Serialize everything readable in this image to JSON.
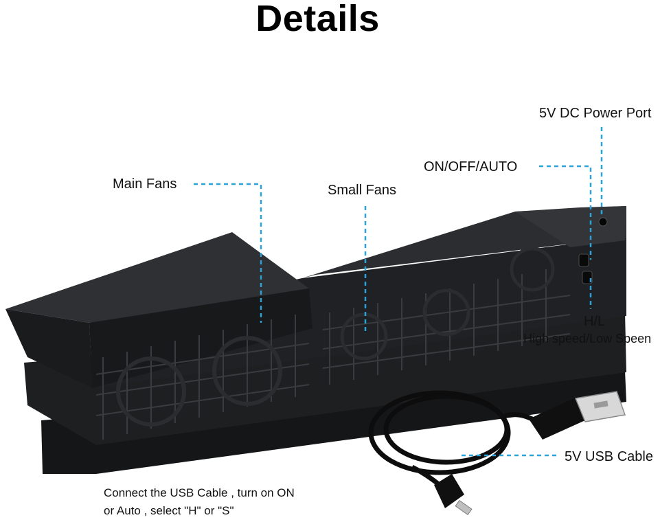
{
  "title": "Details",
  "labels": {
    "power_port": "5V DC Power Port",
    "switch": "ON/OFF/AUTO",
    "main_fans": "Main Fans",
    "small_fans": "Small Fans",
    "hl": "H/L",
    "speed": "High speed/Low Speen",
    "usb_cable": "5V USB Cable"
  },
  "instructions": {
    "line1": "Connect the USB Cable , turn on ON",
    "line2": "or Auto , select \"H\" or \"S\""
  },
  "colors": {
    "callout_line": "#2aa3d8",
    "device_body": "#1b1c1e",
    "device_top": "#2b2c2f",
    "cable": "#0d0d0d",
    "usb_metal": "#d8d8d8"
  }
}
